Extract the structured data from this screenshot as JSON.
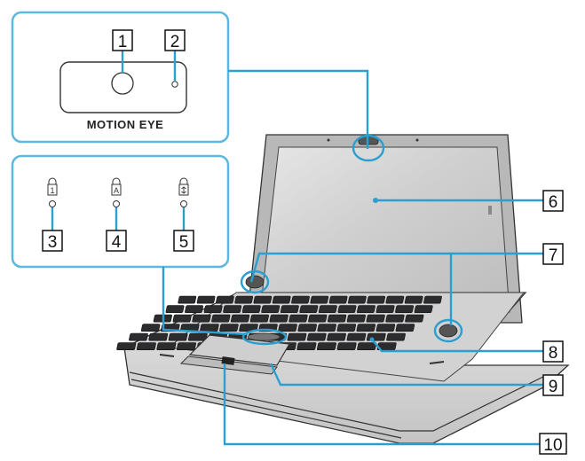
{
  "inset_camera": {
    "caption": "MOTION EYE"
  },
  "callouts": [
    {
      "id": "c1",
      "label": "1"
    },
    {
      "id": "c2",
      "label": "2"
    },
    {
      "id": "c3",
      "label": "3"
    },
    {
      "id": "c4",
      "label": "4"
    },
    {
      "id": "c5",
      "label": "5"
    },
    {
      "id": "c6",
      "label": "6"
    },
    {
      "id": "c7",
      "label": "7"
    },
    {
      "id": "c8",
      "label": "8"
    },
    {
      "id": "c9",
      "label": "9"
    },
    {
      "id": "c10",
      "label": "10"
    }
  ],
  "indicator_icons": [
    "num-lock-icon",
    "caps-lock-icon",
    "scroll-lock-icon"
  ],
  "colors": {
    "leader": "#2a9fd0",
    "inset_border": "#5cb8df",
    "screen": "#c8c8c8",
    "laptop_body": "#dcdcdc",
    "keys": "#2c2c2e"
  }
}
